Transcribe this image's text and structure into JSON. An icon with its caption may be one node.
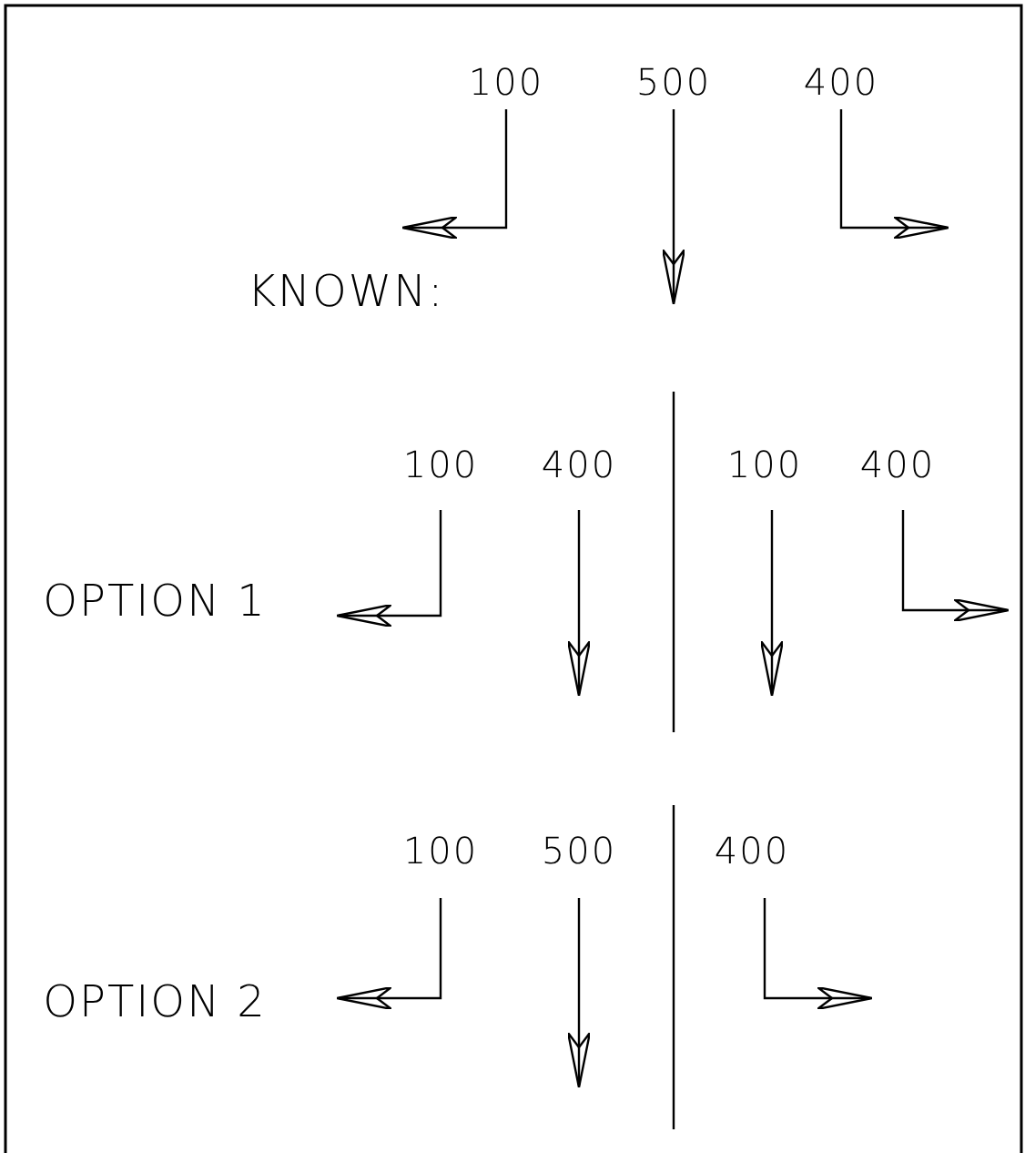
{
  "diagram": {
    "labels": [
      "100",
      "500",
      "400",
      "KNOWN:",
      "100",
      "400",
      "100",
      "400",
      "OPTION 1",
      "100",
      "500",
      "400",
      "OPTION 2"
    ]
  }
}
